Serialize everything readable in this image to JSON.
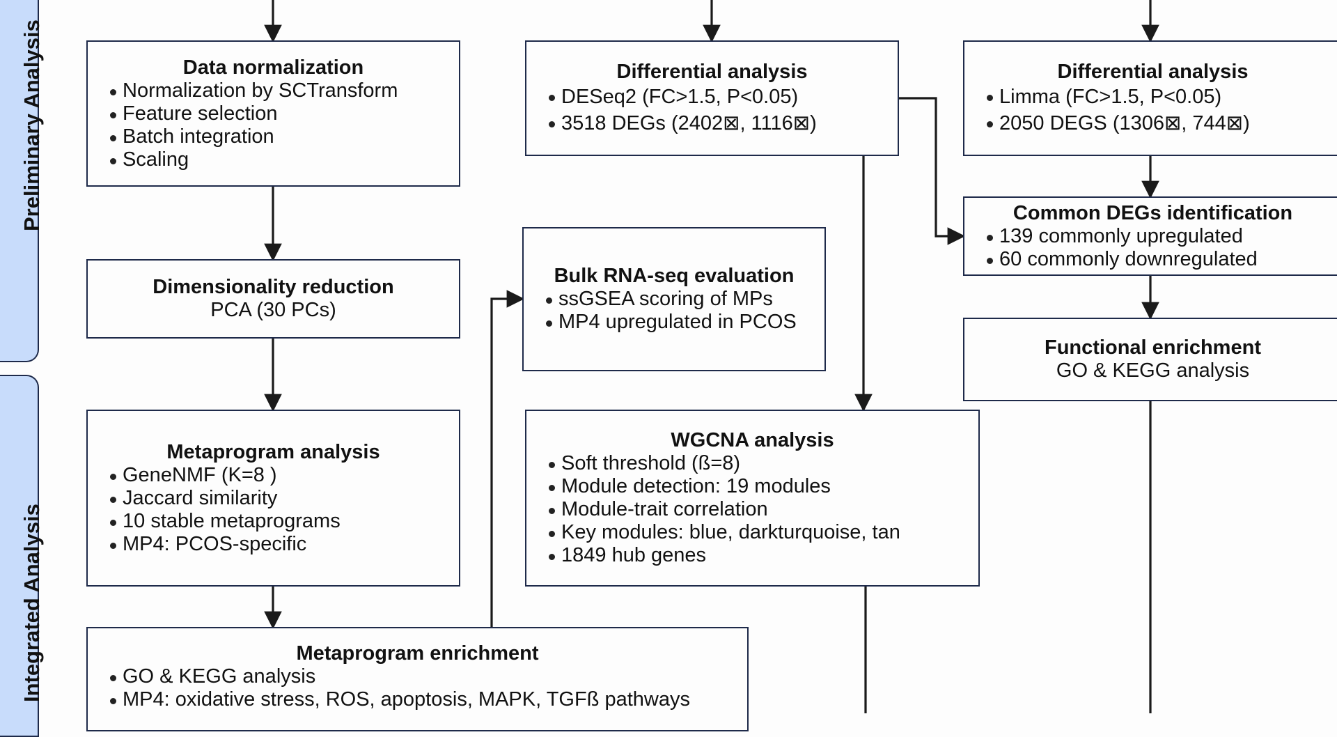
{
  "bands": {
    "preliminary": "Preliminary Analysis",
    "integrated": "Integrated Analysis"
  },
  "boxes": {
    "data_normalization": {
      "title": "Data normalization",
      "bullets": [
        "Normalization by SCTransform",
        "Feature selection",
        "Batch integration",
        "Scaling"
      ]
    },
    "dimensionality_reduction": {
      "title": "Dimensionality reduction",
      "subtitle": "PCA (30 PCs)"
    },
    "metaprogram_analysis": {
      "title": "Metaprogram analysis",
      "bullets": [
        "GeneNMF (K=8 )",
        "Jaccard similarity",
        "10 stable metaprograms",
        "MP4: PCOS-specific"
      ]
    },
    "metaprogram_enrichment": {
      "title": "Metaprogram enrichment",
      "bullets": [
        "GO & KEGG analysis",
        "MP4: oxidative stress, ROS, apoptosis, MAPK, TGFß pathways"
      ]
    },
    "differential_analysis_deseq": {
      "title": "Differential analysis",
      "bullets": [
        "DESeq2 (FC>1.5, P<0.05)",
        "3518 DEGs (2402⊠, 1116⊠)"
      ]
    },
    "bulk_rnaseq_evaluation": {
      "title": "Bulk RNA-seq evaluation",
      "bullets": [
        "ssGSEA scoring of MPs",
        "MP4 upregulated in PCOS"
      ]
    },
    "wgcna_analysis": {
      "title": "WGCNA analysis",
      "bullets": [
        "Soft threshold (ß=8)",
        "Module detection: 19 modules",
        "Module-trait correlation",
        "Key modules: blue, darkturquoise, tan",
        "1849 hub genes"
      ]
    },
    "differential_analysis_limma": {
      "title": "Differential analysis",
      "bullets": [
        "Limma (FC>1.5, P<0.05)",
        "2050 DEGS (1306⊠, 744⊠)"
      ]
    },
    "common_degs": {
      "title": "Common DEGs identification",
      "bullets": [
        "139 commonly upregulated",
        "60 commonly downregulated"
      ]
    },
    "functional_enrichment": {
      "title": "Functional enrichment",
      "subtitle": "GO & KEGG analysis"
    }
  },
  "colors": {
    "band_fill": "#c8dcfb",
    "box_border": "#1e2a4a",
    "arrow": "#1a1a1a"
  }
}
